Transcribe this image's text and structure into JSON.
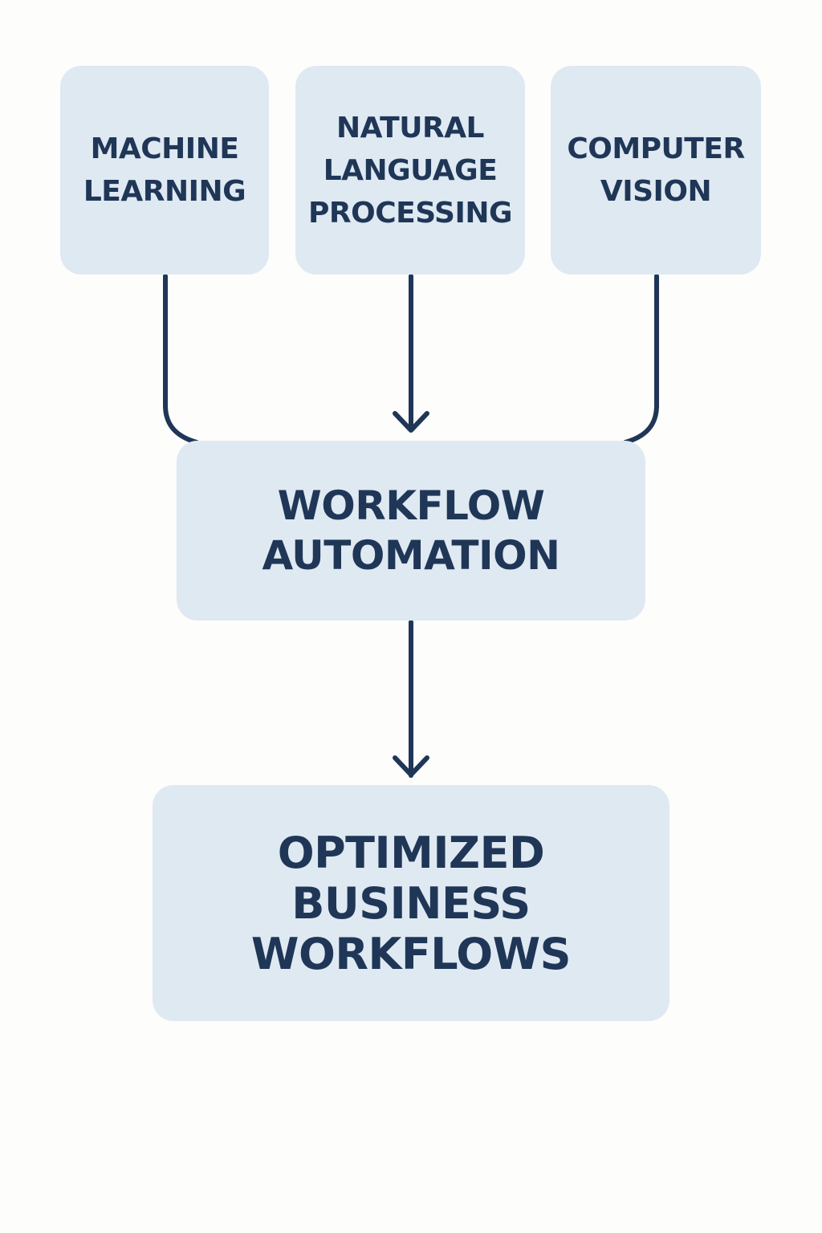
{
  "diagram": {
    "nodes": {
      "machine_learning": "MACHINE\nLEARNING",
      "natural_language_processing": "NATURAL\nLANGUAGE\nPROCESSING",
      "computer_vision": "COMPUTER\nVISION",
      "workflow_automation": "WORKFLOW\nAUTOMATION",
      "optimized_business_workflows": "OPTIMIZED\nBUSINESS\nWORKFLOWS"
    },
    "edges": [
      {
        "from": "machine_learning",
        "to": "workflow_automation"
      },
      {
        "from": "natural_language_processing",
        "to": "workflow_automation"
      },
      {
        "from": "computer_vision",
        "to": "workflow_automation"
      },
      {
        "from": "workflow_automation",
        "to": "optimized_business_workflows"
      }
    ],
    "colors": {
      "background": "#fdfdfc",
      "node_fill": "#dfe9f2",
      "text_and_lines": "#1f3657"
    }
  }
}
